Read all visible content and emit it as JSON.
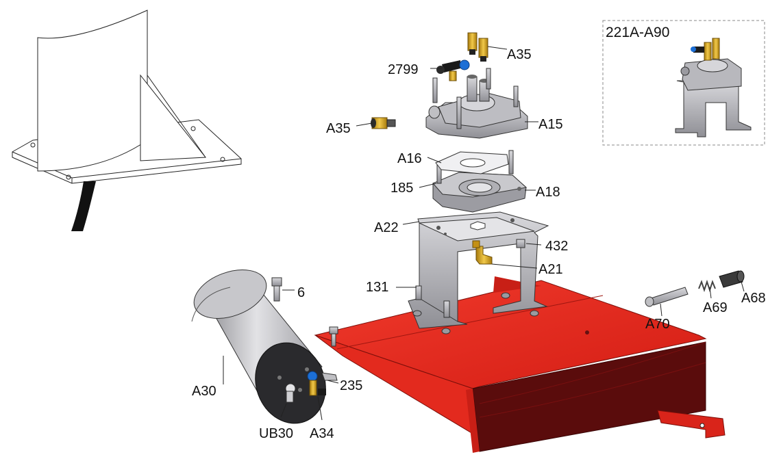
{
  "colors": {
    "frame_red": "#e8281e",
    "frame_red_dark": "#5c0d0d",
    "metal_grey": "#a9a9ad",
    "metal_light": "#dcdcdf",
    "brass": "#d4a21c",
    "blue_fitting": "#1c6fd6",
    "background": "#ffffff"
  },
  "inset": {
    "title": "221A-A90"
  },
  "labels": {
    "a35_top": "A35",
    "n2799": "2799",
    "a35_left": "A35",
    "a15": "A15",
    "a16": "A16",
    "n185": "185",
    "a18": "A18",
    "a22": "A22",
    "n432": "432",
    "a21": "A21",
    "n131": "131",
    "n6": "6",
    "a69": "A69",
    "a68": "A68",
    "a70": "A70",
    "a30": "A30",
    "n235": "235",
    "ub30": "UB30",
    "a34": "A34"
  }
}
